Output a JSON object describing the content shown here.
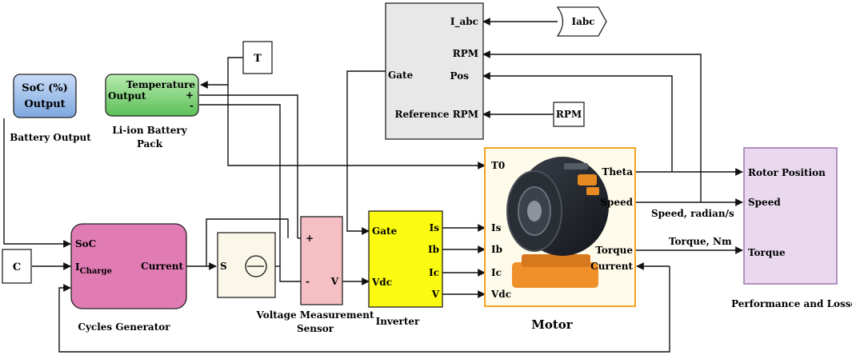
{
  "colors": {
    "soc_fill_top": "#c9dcf7",
    "soc_fill_bottom": "#7ea7df",
    "battery_fill_top": "#b8ecb0",
    "battery_fill_bottom": "#5dbf58",
    "cycles_fill": "#e07bb4",
    "vsensor_fill": "#f6bfc4",
    "inverter_fill": "#fbfb12",
    "controller_fill": "#e8e8e8",
    "motor_border": "#f2a325",
    "motor_fill": "#fffbea",
    "perf_fill": "#ead9ee",
    "perf_border": "#a07ab0",
    "current_source_fill": "#faf6e8"
  },
  "blocks": {
    "soc_output": {
      "line1": "SoC (%)",
      "line2": "Output",
      "caption": "Battery Output"
    },
    "battery": {
      "port_temperature": "Temperature",
      "port_output": "Output",
      "port_plus": "+",
      "port_minus": "-",
      "caption_line1": "Li-ion Battery",
      "caption_line2": "Pack"
    },
    "temp_tag": {
      "label": "T"
    },
    "constant_c": {
      "label": "C"
    },
    "cycles_generator": {
      "port_soc": "SoC",
      "port_icharge_main": "I",
      "port_icharge_sub": "Charge",
      "port_current": "Current",
      "caption": "Cycles Generator"
    },
    "current_source": {
      "port_s": "S"
    },
    "voltage_sensor": {
      "port_plus": "+",
      "port_minus": "-",
      "port_v": "V",
      "caption_line1": "Voltage Measurement",
      "caption_line2": "Sensor"
    },
    "inverter": {
      "port_gate": "Gate",
      "port_vdc": "Vdc",
      "port_is": "Is",
      "port_ib": "Ib",
      "port_ic": "Ic",
      "port_v": "V",
      "caption": "Inverter"
    },
    "controller": {
      "port_gate": "Gate",
      "port_iabc": "I_abc",
      "port_rpm": "RPM",
      "port_pos": "Pos",
      "port_ref_rpm": "Reference RPM"
    },
    "iabc_tag": {
      "label": "Iabc"
    },
    "rpm_tag": {
      "label": "RPM"
    },
    "motor": {
      "port_t0": "T0",
      "port_is": "Is",
      "port_ib": "Ib",
      "port_ic": "Ic",
      "port_vdc": "Vdc",
      "port_theta": "Theta",
      "port_speed": "Speed",
      "port_torque": "Torque",
      "port_current": "Current",
      "caption": "Motor"
    },
    "performance": {
      "port_rotor_position": "Rotor Position",
      "port_speed": "Speed",
      "port_torque": "Torque",
      "caption": "Performance and Losses"
    }
  },
  "signals": {
    "speed_label": "Speed, radian/s",
    "torque_label": "Torque, Nm"
  }
}
